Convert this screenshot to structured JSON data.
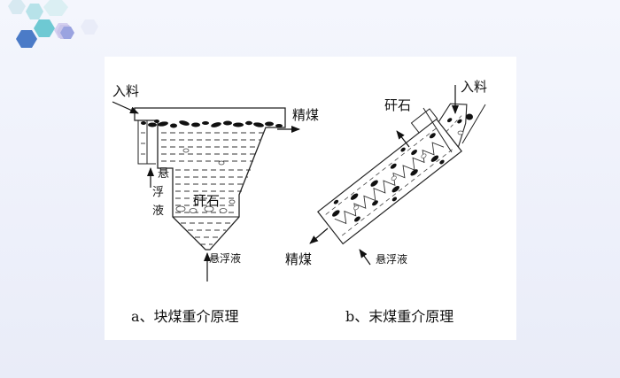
{
  "diagram_a": {
    "feed_label": "入料",
    "clean_coal_label": "精煤",
    "suspension_side_label": "悬浮液",
    "gangue_label": "矸石",
    "suspension_bottom_label": "悬浮液",
    "caption": "a、块煤重介原理"
  },
  "diagram_b": {
    "gangue_label": "矸石",
    "feed_label": "入料",
    "clean_coal_label": "精煤",
    "suspension_label": "悬浮液",
    "caption": "b、末煤重介原理"
  }
}
